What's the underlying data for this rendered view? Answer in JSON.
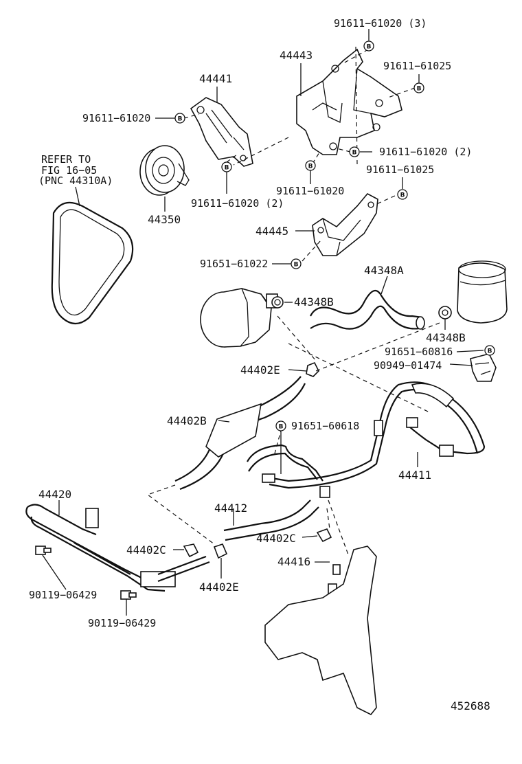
{
  "labels": {
    "p91611_61020_3": "91611−61020 (3)",
    "p44443": "44443",
    "p91611_61025_a": "91611−61025",
    "p44441": "44441",
    "p91611_61020_a": "91611−61020",
    "refer_1": "REFER TO",
    "refer_2": "FIG 16−05",
    "refer_3": "(PNC 44310A)",
    "p91611_61020_2a": "91611−61020 (2)",
    "p91611_61025_b": "91611−61025",
    "p91611_61020_b": "91611−61020",
    "p44350": "44350",
    "p91611_61020_2b": "91611−61020 (2)",
    "p44445": "44445",
    "p91651_61022": "91651−61022",
    "p44348A": "44348A",
    "p44348B_a": "44348B",
    "p44348B_b": "44348B",
    "p91651_60816": "91651−60816",
    "p90949_01474": "90949−01474",
    "p44402E_a": "44402E",
    "p44402B": "44402B",
    "p91651_60618": "91651−60618",
    "p44411": "44411",
    "p44420": "44420",
    "p44412": "44412",
    "p44402C_a": "44402C",
    "p44402C_b": "44402C",
    "p44416": "44416",
    "p44402E_b": "44402E",
    "p90119_06429_a": "90119−06429",
    "p90119_06429_b": "90119−06429",
    "diagram_no": "452688"
  },
  "bolt_marker": "B"
}
